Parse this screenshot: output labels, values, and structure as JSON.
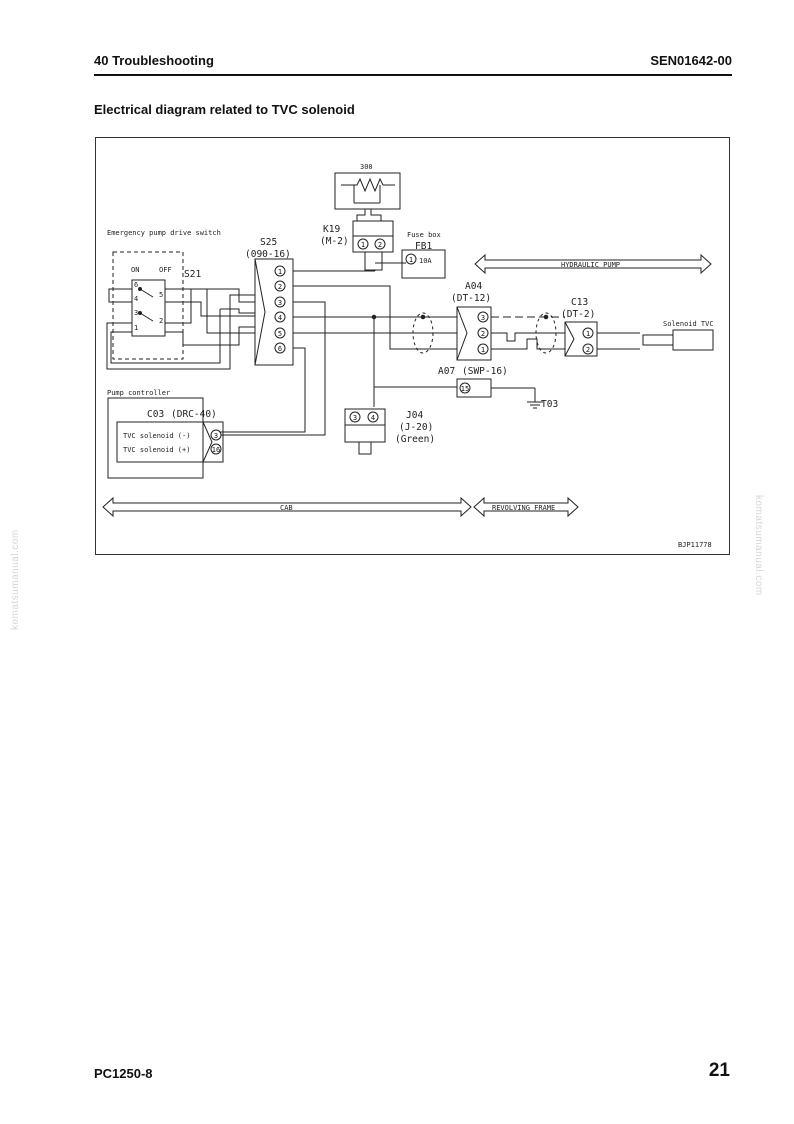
{
  "header": {
    "section": "40 Troubleshooting",
    "doc_code": "SEN01642-00"
  },
  "title": "Electrical diagram related to TVC solenoid",
  "diagram": {
    "resistor": {
      "value": "300"
    },
    "relay": {
      "id": "K19",
      "type": "(M-2)",
      "pins": [
        "1",
        "2"
      ]
    },
    "fuse_box": {
      "label": "Fuse box",
      "id": "FB1",
      "pin": "1",
      "rating": "10A"
    },
    "switch": {
      "caption": "Emergency pump drive switch",
      "id": "S21",
      "on_label": "ON",
      "off_label": "OFF",
      "pins": [
        "6",
        "4",
        "3",
        "1",
        "5",
        "2"
      ]
    },
    "connector_s25": {
      "id": "S25",
      "type": "(090-16)",
      "pins": [
        "1",
        "2",
        "3",
        "4",
        "5",
        "6"
      ]
    },
    "connector_a04": {
      "id": "A04",
      "type": "(DT-12)",
      "pins": [
        "3",
        "2",
        "1"
      ]
    },
    "connector_c13": {
      "id": "C13",
      "type": "(DT-2)",
      "pins": [
        "1",
        "2"
      ]
    },
    "solenoid": {
      "label": "Solenoid TVC"
    },
    "hydraulic_pump": {
      "label": "HYDRAULIC PUMP"
    },
    "connector_a07": {
      "id": "A07",
      "type": "(SWP-16)",
      "pin": "15"
    },
    "ground": {
      "id": "T03"
    },
    "connector_j04": {
      "id": "J04",
      "type": "(J-20)",
      "color": "(Green)",
      "pins": [
        "3",
        "4"
      ]
    },
    "controller": {
      "caption": "Pump controller",
      "id": "C03",
      "type": "(DRC-40)",
      "rows": [
        {
          "label": "TVC solenoid (-)",
          "pin": "3"
        },
        {
          "label": "TVC solenoid (+)",
          "pin": "16"
        }
      ]
    },
    "zones": {
      "cab": "CAB",
      "revolving_frame": "REVOLVING FRAME"
    },
    "figure_code": "BJP11778"
  },
  "watermark": "komatsumanual.com",
  "footer": {
    "model": "PC1250-8",
    "page_number": "21"
  }
}
